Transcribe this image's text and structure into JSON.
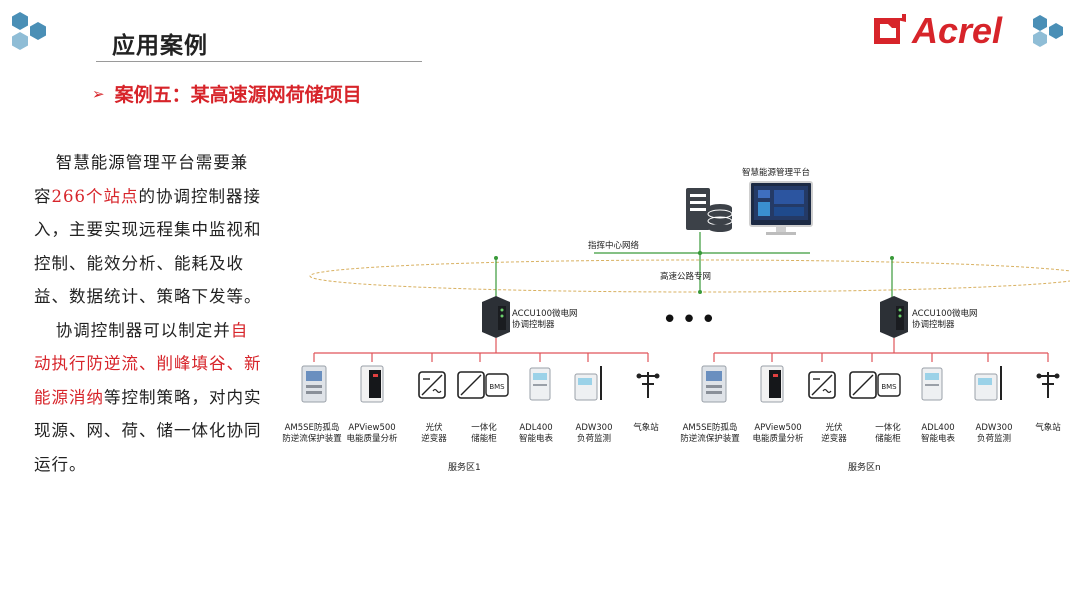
{
  "header": {
    "title": "应用案例",
    "subtitle": "案例五：某高速源网荷储项目",
    "brand": "Acrel"
  },
  "body": {
    "p1_before": "智慧能源管理平台需要兼容",
    "p1_highlight": "266个站点",
    "p1_after": "的协调控制器接入，主要实现远程集中监视和控制、能效分析、能耗及收益、数据统计、策略下发等。",
    "p2_before": "协调控制器可以制定并",
    "p2_highlight": "自动执行防逆流、削峰填谷、新能源消纳",
    "p2_after": "等控制策略，对内实现源、网、荷、储一体化协同运行。"
  },
  "diagram": {
    "platform_label": "智慧能源管理平台",
    "network_label": "指挥中心网络",
    "highway_label": "高速公路专网",
    "ellipsis": "•••",
    "zones": [
      {
        "controller_line1": "ACCU100微电网",
        "controller_line2": "协调控制器",
        "zone_label": "服务区1",
        "devices": [
          {
            "l1": "AM5SE防孤岛",
            "l2": "防逆流保护装置"
          },
          {
            "l1": "APView500",
            "l2": "电能质量分析"
          },
          {
            "l1": "光伏",
            "l2": "逆变器"
          },
          {
            "l1": "一体化",
            "l2": "储能柜"
          },
          {
            "l1": "ADL400",
            "l2": "智能电表"
          },
          {
            "l1": "ADW300",
            "l2": "负荷监测"
          },
          {
            "l1": "气象站",
            "l2": ""
          }
        ]
      },
      {
        "controller_line1": "ACCU100微电网",
        "controller_line2": "协调控制器",
        "zone_label": "服务区n",
        "devices": [
          {
            "l1": "AM5SE防孤岛",
            "l2": "防逆流保护装置"
          },
          {
            "l1": "APView500",
            "l2": "电能质量分析"
          },
          {
            "l1": "光伏",
            "l2": "逆变器"
          },
          {
            "l1": "一体化",
            "l2": "储能柜"
          },
          {
            "l1": "ADL400",
            "l2": "智能电表"
          },
          {
            "l1": "ADW300",
            "l2": "负荷监测"
          },
          {
            "l1": "气象站",
            "l2": ""
          }
        ]
      }
    ],
    "bms_label": "BMS"
  },
  "colors": {
    "accent_red": "#d7242a",
    "hex_blue": "#4a8fb6",
    "network_green": "#3a9a3a",
    "bus_red": "#e0555a"
  }
}
